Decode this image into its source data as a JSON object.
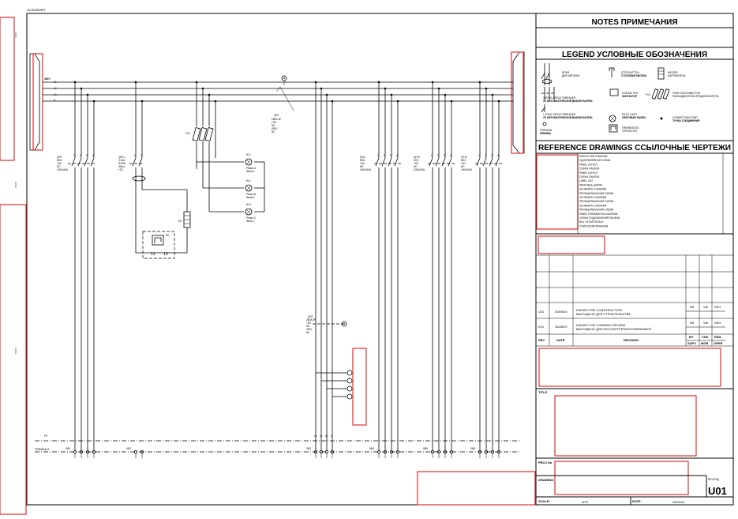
{
  "sheet": {
    "border_label": "A2  BORDER"
  },
  "bus": {
    "labels": [
      "400V",
      "L1",
      "L2",
      "L3",
      "N"
    ],
    "pe_label": "PE",
    "terminals_label": "TERMINALS",
    "terminal_strip_labels": [
      "XB1",
      "XB2",
      "XB3",
      "XB4",
      "XB5",
      "XB6"
    ]
  },
  "breakers": [
    {
      "tag": "QF9",
      "lines": [
        "NSX",
        "+D2",
        "NC",
        "100A/40A"
      ],
      "poles": [
        "1",
        "2",
        "3",
        "4"
      ]
    },
    {
      "tag": "QF21",
      "lines": [
        "C16A",
        "RCBO",
        "30mA",
        "+D2"
      ],
      "poles": [
        "1",
        "2"
      ]
    },
    {
      "tag": "QF8",
      "lines": [
        "NSX",
        "+D2",
        "NC",
        "100A/40A"
      ],
      "poles": [
        "1",
        "2",
        "3",
        "4"
      ]
    },
    {
      "tag": "QF10",
      "lines": [
        "NSX",
        "+D2",
        "NC",
        "100A/25A"
      ],
      "poles": [
        "1",
        "2",
        "3",
        "4"
      ]
    },
    {
      "tag": "QF11",
      "lines": [
        "NSX",
        "+D2",
        "NC",
        "100A/40A"
      ],
      "poles": [
        "1",
        "2",
        "3",
        "4"
      ]
    }
  ],
  "fuse": {
    "tag": "FU1"
  },
  "main_switch": {
    "tag": "QS1",
    "lines": [
      "250A 4P",
      "+D2",
      "NC",
      "400V",
      "NC"
    ]
  },
  "lamps": [
    {
      "tag": "HL1",
      "text": "Phase A",
      "text2": "Фаза A"
    },
    {
      "tag": "HL2",
      "text": "Phase B",
      "text2": "Фаза B"
    },
    {
      "tag": "HL3",
      "text": "Phase C",
      "text2": "Фаза C"
    }
  ],
  "heater": {
    "tag": "EH",
    "thermostat_tag": "SK",
    "thermostat_terms": [
      "11",
      "12"
    ]
  },
  "switch2": {
    "tag": "QS2",
    "lines": [
      "250A 4P",
      "+D2",
      "NC",
      "400V",
      "NC"
    ],
    "terms": [
      "L1",
      "L2",
      "L3",
      "N"
    ]
  },
  "panel": {
    "notes_title": "NOTES   ПРИМЕЧАНИЯ",
    "legend_title": "LEGEND    УСЛОВНЫЕ ОБОЗНАЧЕНИЯ",
    "legend_items": [
      {
        "name": "RCBO",
        "desc": "ДИФ.АВТОМАТ"
      },
      {
        "name": "STOP BUTTON",
        "desc": "СТОПОВАЯ КНОПКА"
      },
      {
        "name": "HEATER",
        "desc": "НАГРЕВАТЕЛЬ"
      },
      {
        "name": "3-POLE CIRCUIT BREAKER",
        "desc": "3П АВТОМАТИЧЕСКИЙ ВЫКЛЮЧАТЕЛЬ"
      },
      {
        "name": "CONTACTOR",
        "desc": "КОНТАКТОР"
      },
      {
        "name": "FUSE DISCONNECTOR",
        "desc": "РАЗЪЕДИНИТЕЛЬ-ПРЕДОХРАНИТЕЛЬ"
      },
      {
        "name": "1-POLE CIRCUIT BREAKER",
        "desc": "1П АВТОМАТИЧЕСКИЙ ВЫКЛЮЧАТЕЛЬ"
      },
      {
        "name": "PILOT LIGHT",
        "desc": "СВЕТОВАЯ ЛАМПА"
      },
      {
        "name": "CONNECTION POINT",
        "desc": "ТОЧКА СОЕДИНЕНИЯ"
      },
      {
        "name": "TERMINAL",
        "desc": "КЛЕММА"
      },
      {
        "name": "THERMOSTAT",
        "desc": "ТЕРМОСТАТ"
      }
    ],
    "legend_tags": [
      "FU1"
    ],
    "reference_title": "REFERENCE DRAWINGS   ССЫЛОЧНЫЕ ЧЕРТЕЖИ",
    "reference_items": [
      "SINGLE LINE DIAGRAM",
      "ОДНОЛИНЕЙНАЯ СХЕМА",
      "PANEL LAYOUT",
      "СХЕМА ПАНЕЛИ",
      "PANEL LAYOUT",
      "СХЕМА ПАНЕЛИ",
      "LABEL LIST",
      "ПЕРЕЧЕНЬ БИРОК",
      "SCHEMATIC DIAGRAM",
      "ПРИНЦИПИАЛЬНАЯ СХЕМА",
      "SCHEMATIC DIAGRAM",
      "ПРИНЦИПИАЛЬНАЯ СХЕМА",
      "SCHEMATIC DIAGRAM",
      "ПРИНЦИПИАЛЬНАЯ СХЕМА",
      "PANEL TERMINATION DIAGRAM",
      "СХЕМА ПОДКЛЮЧЕНИЯ ПАНЕЛИ",
      "BILL OF MATERIALS",
      "СПИСОК МАТЕРИАЛОВ"
    ],
    "revisions": [
      {
        "rev": "U01",
        "date": "25/09/20",
        "text1": "ISSUED FOR CONSTRUCTION",
        "text2": "ВЫПУЩЕНО ДЛЯ СТРОИТЕЛЬСТВА",
        "by": "EB",
        "chk": "VM",
        "eng": "SSH"
      },
      {
        "rev": "K01",
        "date": "26/06/20",
        "text1": "ISSUED FOR COMPANY REVIEW",
        "text2": "ВЫПУЩЕНО ДЛЯ РАССМОТРЕНИЯ КОМПАНИЕЙ",
        "by": "EB",
        "chk": "VM",
        "eng": "SSH"
      }
    ],
    "rev_headers": {
      "rev": "REV",
      "date": "DATE",
      "revision": "REVISION",
      "by": "BY",
      "chk": "CHK",
      "eng": "ENG",
      "supv": "SUPV",
      "mgr": "MGR",
      "oper": "OPER"
    },
    "title_label": "TITLE",
    "proj_label": "PROJ No",
    "drawing_label": "DRAWING",
    "rev_label": "REV/РЕД",
    "rev_value": "U01",
    "scale_label": "SCALE:",
    "scale_value": "NTS",
    "date_label": "DATE:",
    "date_value": "25/09/20"
  }
}
